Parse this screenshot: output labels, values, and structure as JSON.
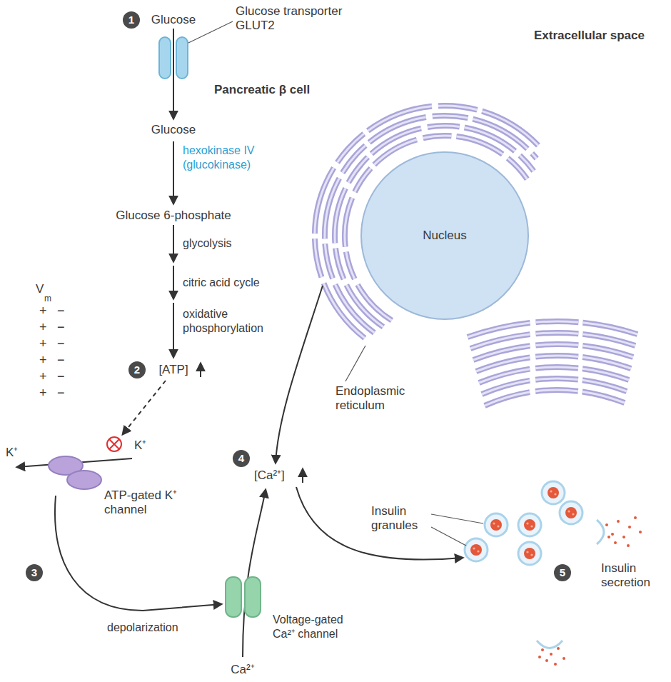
{
  "diagram": {
    "nodes": [
      {
        "text": [
          "Pancreatic β cell"
        ]
      },
      {
        "text": [
          "Nucleus"
        ],
        "in": 0
      }
    ],
    "labels": [
      "1",
      "Glucose",
      "Glucose transporter GLUT2",
      "Extracellular space",
      "Glucose",
      "hexokinase IV (glucokinase)",
      "Glucose 6-phosphate",
      "glycolysis",
      "citric acid cycle",
      "oxidative phosphorylation",
      "2",
      "[ATP]",
      "V",
      "m",
      "+",
      "+",
      "+",
      "+",
      "+",
      "+",
      "−",
      "−",
      "−",
      "−",
      "−",
      "−",
      "K⁺",
      "K⁺",
      "ATP-gated K⁺ channel",
      "Endoplasmic reticulum",
      "4",
      "[Ca²⁺]",
      "Insulin granules",
      "3",
      "depolarization",
      "Voltage-gated Ca²⁺ channel",
      "Ca²⁺",
      "5",
      "Insulin secretion"
    ]
  }
}
